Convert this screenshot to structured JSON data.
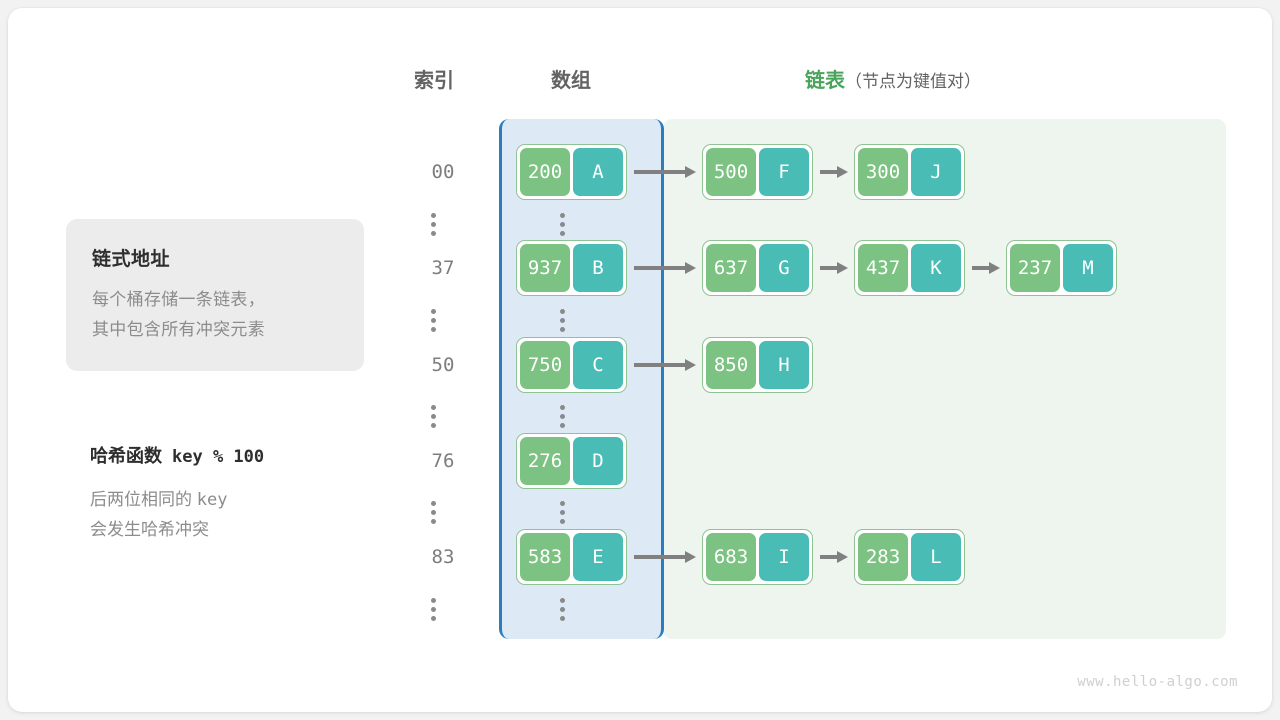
{
  "headers": {
    "index": "索引",
    "array": "数组",
    "list_main": "链表",
    "list_sub": "（节点为键值对）"
  },
  "infobox": {
    "title": "链式地址",
    "line1": "每个桶存储一条链表，",
    "line2": "其中包含所有冲突元素"
  },
  "hash_note": {
    "title_label": "哈希函数",
    "title_expr": "key % 100",
    "line1_pre": "后两位相同的",
    "line1_mono": "key",
    "line2": "会发生哈希冲突"
  },
  "colors": {
    "key_fill": "#7cc282",
    "value_fill": "#48bcb5",
    "node_border": "#8fc492",
    "array_border": "#2b7dc0",
    "array_bg": "#ddeaf6",
    "list_bg": "#eef5ef",
    "arrow": "#808080",
    "list_header": "#4aa45c"
  },
  "rows": [
    {
      "index": "00",
      "bucket": {
        "key": "200",
        "value": "A"
      },
      "chain": [
        {
          "key": "500",
          "value": "F"
        },
        {
          "key": "300",
          "value": "J"
        }
      ]
    },
    {
      "index": "37",
      "bucket": {
        "key": "937",
        "value": "B"
      },
      "chain": [
        {
          "key": "637",
          "value": "G"
        },
        {
          "key": "437",
          "value": "K"
        },
        {
          "key": "237",
          "value": "M"
        }
      ]
    },
    {
      "index": "50",
      "bucket": {
        "key": "750",
        "value": "C"
      },
      "chain": [
        {
          "key": "850",
          "value": "H"
        }
      ]
    },
    {
      "index": "76",
      "bucket": {
        "key": "276",
        "value": "D"
      },
      "chain": []
    },
    {
      "index": "83",
      "bucket": {
        "key": "583",
        "value": "E"
      },
      "chain": [
        {
          "key": "683",
          "value": "I"
        },
        {
          "key": "283",
          "value": "L"
        }
      ]
    }
  ],
  "ellipsis_symbol": "⋮",
  "footer": "www.hello-algo.com"
}
